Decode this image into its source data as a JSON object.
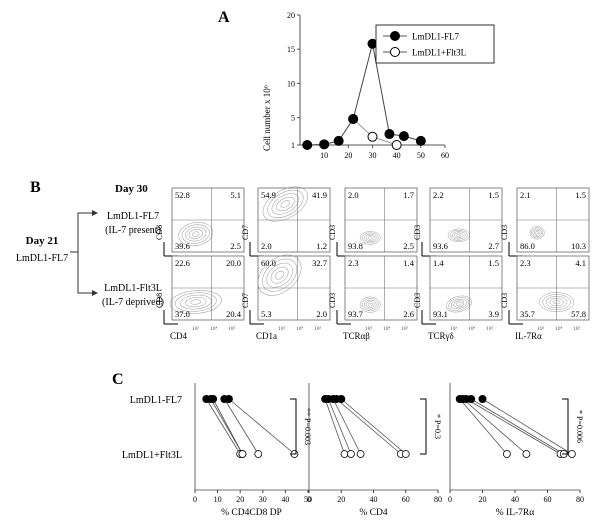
{
  "panel_letters": {
    "a": "A",
    "b": "B",
    "c": "C"
  },
  "panelA": {
    "y_axis_label": "Cell number x 10⁶",
    "y_ticks": [
      "1",
      "5",
      "10",
      "15",
      "20"
    ],
    "x_ticks": [
      "10",
      "20",
      "30",
      "40",
      "50",
      "60"
    ],
    "legend": [
      "LmDL1-FL7",
      "LmDL1+Flt3L"
    ]
  },
  "panelB": {
    "day21": "Day 21",
    "source": "LmDL1-FL7",
    "day30": "Day 30",
    "row_labels": [
      {
        "line1": "LmDL1-FL7",
        "line2": "(IL-7 present)"
      },
      {
        "line1": "LmDL1-Flt3L",
        "line2": "(IL-7 deprived)"
      }
    ],
    "y_axis_labels": [
      [
        "CD8",
        "CD7",
        "CD3",
        "CD3",
        "CD3"
      ],
      [
        "CD8",
        "CD7",
        "CD3",
        "CD3",
        "CD3"
      ]
    ],
    "x_axis_labels": [
      "CD4",
      "CD1a",
      "TCRαβ",
      "TCRγδ",
      "IL-7Rα"
    ],
    "tick_exponents": [
      "10³",
      "10⁴",
      "10⁵"
    ],
    "quadrants": [
      [
        [
          "52.8",
          "5.1",
          "39.6",
          "2.5"
        ],
        [
          "54.9",
          "41.9",
          "2.0",
          "1.2"
        ],
        [
          "2.0",
          "1.7",
          "93.8",
          "2.5"
        ],
        [
          "2.2",
          "1.5",
          "93.6",
          "2.7"
        ],
        [
          "2.1",
          "1.5",
          "86.0",
          "10.3"
        ]
      ],
      [
        [
          "22.6",
          "20.0",
          "37.0",
          "20.4"
        ],
        [
          "60.0",
          "32.7",
          "5.3",
          "2.0"
        ],
        [
          "2.3",
          "1.4",
          "93.7",
          "2.6"
        ],
        [
          "1.4",
          "1.5",
          "93.1",
          "3.9"
        ],
        [
          "2.3",
          "4.1",
          "35.7",
          "57.8"
        ]
      ]
    ]
  },
  "panelC": {
    "row_labels": [
      "LmDL1-FL7",
      "LmDL1+Flt3L"
    ],
    "plots": [
      {
        "xlabel": "% CD4CD8 DP",
        "ticks": [
          "0",
          "10",
          "20",
          "30",
          "40",
          "50"
        ],
        "pvalue": "** P=0.003"
      },
      {
        "xlabel": "% CD4",
        "ticks": [
          "0",
          "20",
          "40",
          "60",
          "80"
        ],
        "pvalue": "* P=0.3"
      },
      {
        "xlabel": "% IL-7Rα",
        "ticks": [
          "0",
          "20",
          "40",
          "60",
          "80"
        ],
        "pvalue": "* P=0.006"
      }
    ]
  },
  "chart_data": [
    {
      "type": "line",
      "title": "",
      "xlabel": "",
      "ylabel": "Cell number x 10⁶",
      "xlim": [
        0,
        60
      ],
      "ylim": [
        1,
        20
      ],
      "series": [
        {
          "name": "LmDL1-FL7",
          "x": [
            3,
            10,
            16,
            22,
            30,
            37,
            43,
            50
          ],
          "y": [
            1.0,
            1.1,
            1.6,
            4.8,
            15.8,
            2.6,
            2.3,
            1.6
          ]
        },
        {
          "name": "LmDL1+Flt3L",
          "x": [
            22,
            30,
            40
          ],
          "y": [
            4.8,
            2.2,
            1.0
          ]
        }
      ]
    },
    {
      "type": "scatter",
      "xlabel": "% CD4CD8 DP",
      "xlim": [
        0,
        50
      ],
      "pairs": [
        [
          5,
          20
        ],
        [
          7,
          21
        ],
        [
          8,
          21
        ],
        [
          13,
          28
        ],
        [
          15,
          44
        ]
      ]
    },
    {
      "type": "scatter",
      "xlabel": "% CD4",
      "xlim": [
        0,
        80
      ],
      "pairs": [
        [
          10,
          22
        ],
        [
          12,
          26
        ],
        [
          15,
          32
        ],
        [
          17,
          57
        ],
        [
          20,
          60
        ]
      ]
    },
    {
      "type": "scatter",
      "xlabel": "% IL-7Rα",
      "xlim": [
        0,
        80
      ],
      "pairs": [
        [
          6,
          35
        ],
        [
          8,
          47
        ],
        [
          10,
          68
        ],
        [
          13,
          70
        ],
        [
          20,
          75
        ]
      ]
    }
  ]
}
